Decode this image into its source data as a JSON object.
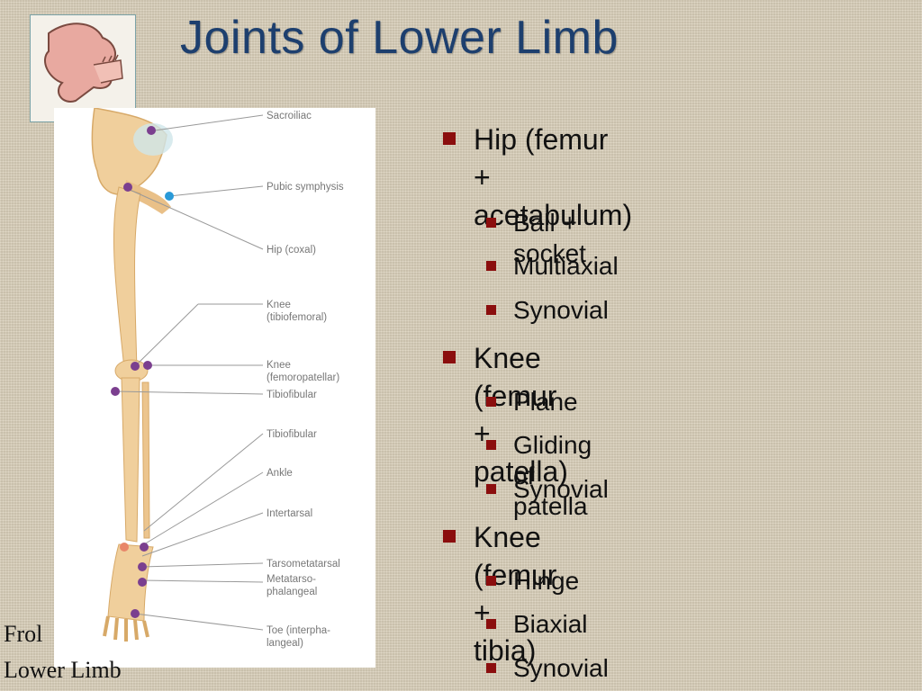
{
  "slide": {
    "title": "Joints of Lower Limb",
    "bottom_text_line1": "Frol",
    "bottom_text_line2": "Lower Limb"
  },
  "logo": {
    "icon": "anatomy-logo-icon"
  },
  "figure": {
    "labels": [
      "Sacroiliac",
      "Pubic symphysis",
      "Hip (coxal)",
      "Knee",
      "(tibiofemoral)",
      "Knee",
      "(femoropatellar)",
      "Tibiofibular",
      "Tibiofibular",
      "Ankle",
      "Intertarsal",
      "Tarsometatarsal",
      "Metatarso-",
      "phalangeal",
      "Toe (interpha-",
      "langeal)"
    ]
  },
  "bullets": [
    {
      "text": "Hip (femur +",
      "text2": "acetabulum)",
      "sub": [
        "Ball + socket",
        "Multiaxial",
        "Synovial"
      ]
    },
    {
      "text": "Knee (femur + patella)",
      "sub": [
        "Plane",
        "Gliding of patella",
        "Synovial"
      ]
    },
    {
      "text": "Knee (femur + tibia)",
      "sub": [
        "Hinge",
        "Biaxial",
        "Synovial"
      ]
    }
  ],
  "colors": {
    "title": "#1d3f6e",
    "bullet": "#8b0e0e",
    "background": "#d9cfba",
    "bone": "#f0cf9c",
    "joint_marker": "#7b3f8f"
  }
}
